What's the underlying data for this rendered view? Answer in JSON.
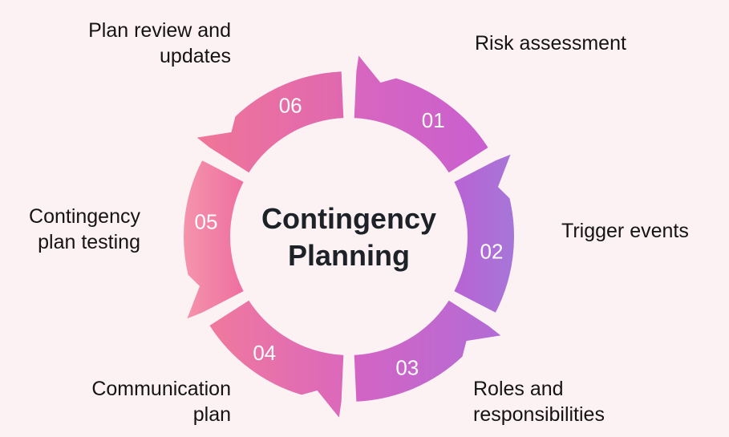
{
  "title": {
    "line1": "Contingency",
    "line2": "Planning"
  },
  "colors": {
    "background": "#fdf2f3",
    "title_text": "#1d2229",
    "label_text": "#141414",
    "number_text": "#ffffff"
  },
  "segments": [
    {
      "number": "01",
      "label_lines": [
        "Risk assessment"
      ],
      "color_from": "#d866c0",
      "color_to": "#c95fcf"
    },
    {
      "number": "02",
      "label_lines": [
        "Trigger events"
      ],
      "color_from": "#b863d4",
      "color_to": "#a676d8"
    },
    {
      "number": "03",
      "label_lines": [
        "Roles and",
        "responsibilities"
      ],
      "color_from": "#d464c4",
      "color_to": "#b26bd6"
    },
    {
      "number": "04",
      "label_lines": [
        "Communication",
        "plan"
      ],
      "color_from": "#f0799d",
      "color_to": "#db68bb"
    },
    {
      "number": "05",
      "label_lines": [
        "Contingency",
        "plan testing"
      ],
      "color_from": "#f594ad",
      "color_to": "#ee6fa0"
    },
    {
      "number": "06",
      "label_lines": [
        "Plan review and",
        "updates"
      ],
      "color_from": "#f07598",
      "color_to": "#e068b0"
    }
  ]
}
